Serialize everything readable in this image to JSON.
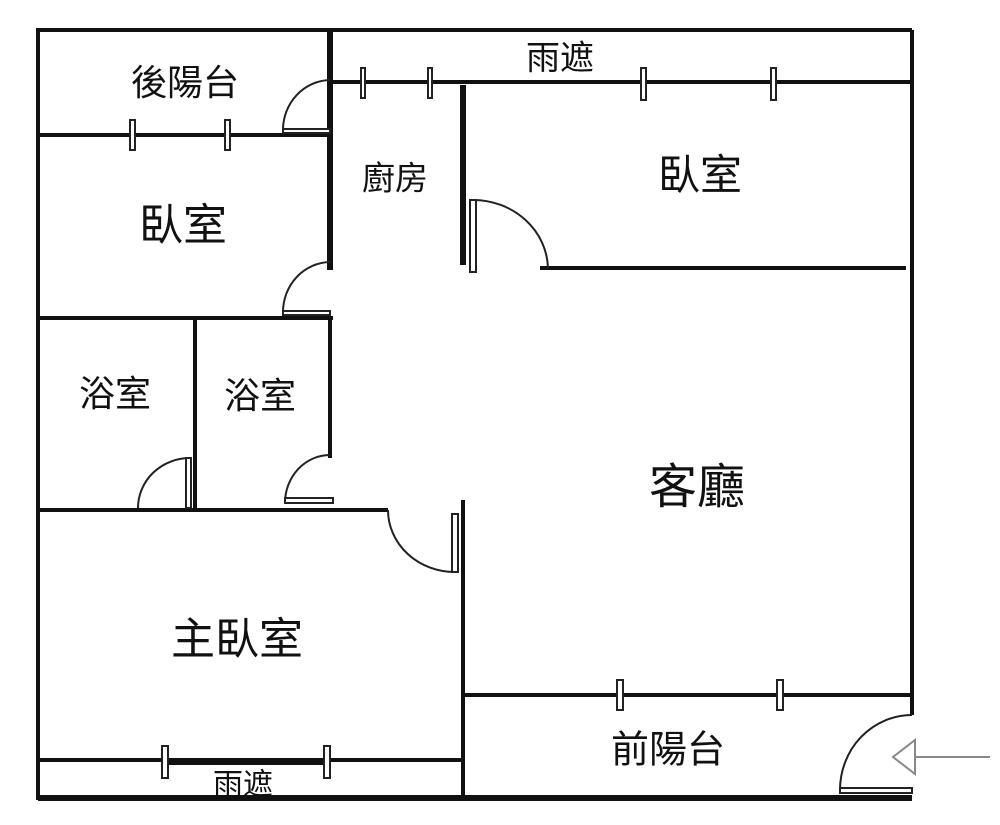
{
  "floor_plan": {
    "rooms": {
      "rear_balcony": "後陽台",
      "bedroom_left": "臥室",
      "kitchen": "廚房",
      "bedroom_right": "臥室",
      "rain_shelter_top": "雨遮",
      "bathroom_1": "浴室",
      "bathroom_2": "浴室",
      "living_room": "客廳",
      "master_bedroom": "主臥室",
      "front_balcony": "前陽台",
      "rain_shelter_bottom": "雨遮"
    },
    "entrance_icon": "entrance-arrow-icon"
  }
}
